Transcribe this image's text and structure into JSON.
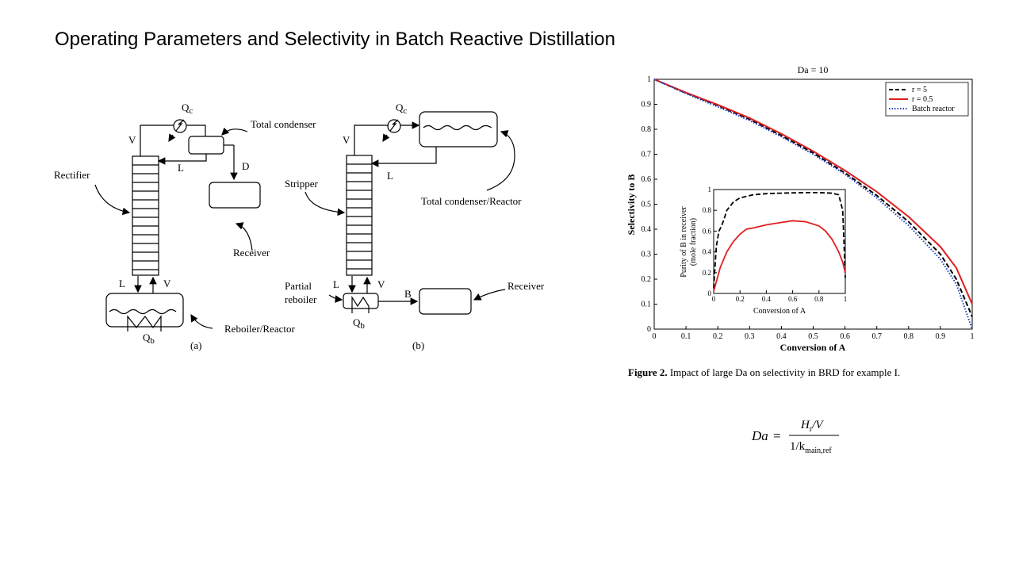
{
  "slide": {
    "title": "Operating Parameters and Selectivity in Batch Reactive Distillation"
  },
  "diagram_a": {
    "qc": "Q",
    "qc_sub": "c",
    "total_condenser": "Total condenser",
    "v_top": "V",
    "l_top": "L",
    "d": "D",
    "rectifier": "Rectifier",
    "receiver": "Receiver",
    "l_bottom": "L",
    "v_bottom": "V",
    "reboiler_reactor": "Reboiler/Reactor",
    "qb": "Q",
    "qb_sub": "b",
    "caption": "(a)"
  },
  "diagram_b": {
    "qc": "Q",
    "qc_sub": "c",
    "v_top": "V",
    "l_top": "L",
    "total_condenser_reactor": "Total condenser/Reactor",
    "stripper": "Stripper",
    "partial_reboiler_1": "Partial",
    "partial_reboiler_2": "reboiler",
    "l_bottom": "L",
    "v_bottom": "V",
    "b": "B",
    "receiver": "Receiver",
    "qb": "Q",
    "qb_sub": "b",
    "caption": "(b)"
  },
  "figure": {
    "caption_bold": "Figure 2.",
    "caption_rest": " Impact of large Da on selectivity in BRD for example I."
  },
  "formula": {
    "lhs": "Da",
    "num_main": "H",
    "num_sub": "r",
    "num_rest": "/V",
    "den_main": "1/k",
    "den_sub": "main,ref"
  },
  "chart_data": [
    {
      "type": "line",
      "title": "Da = 10",
      "xlabel": "Conversion of A",
      "ylabel": "Selectivity to B",
      "xlim": [
        0,
        1
      ],
      "ylim": [
        0,
        1
      ],
      "xticks": [
        "0",
        "0.1",
        "0.2",
        "0.3",
        "0.4",
        "0.5",
        "0.6",
        "0.7",
        "0.8",
        "0.9",
        "1"
      ],
      "yticks": [
        "0",
        "0.1",
        "0.2",
        "0.3",
        "0.4",
        "0.5",
        "0.6",
        "0.7",
        "0.8",
        "0.9",
        "1"
      ],
      "grid": false,
      "legend_position": "top-right",
      "series": [
        {
          "name": "r = 5",
          "color": "#000000",
          "style": "dashed",
          "x": [
            0,
            0.1,
            0.2,
            0.3,
            0.4,
            0.5,
            0.6,
            0.7,
            0.8,
            0.9,
            0.95,
            1.0
          ],
          "y": [
            1.0,
            0.945,
            0.895,
            0.84,
            0.775,
            0.705,
            0.625,
            0.535,
            0.43,
            0.3,
            0.2,
            0.05
          ]
        },
        {
          "name": "r = 0.5",
          "color": "#e02020",
          "style": "solid",
          "x": [
            0,
            0.1,
            0.2,
            0.3,
            0.4,
            0.5,
            0.6,
            0.7,
            0.8,
            0.9,
            0.95,
            1.0
          ],
          "y": [
            1.0,
            0.947,
            0.898,
            0.845,
            0.782,
            0.712,
            0.635,
            0.55,
            0.45,
            0.33,
            0.245,
            0.1
          ]
        },
        {
          "name": "Batch reactor",
          "color": "#2040c0",
          "style": "dotted",
          "x": [
            0,
            0.1,
            0.2,
            0.3,
            0.4,
            0.5,
            0.6,
            0.7,
            0.8,
            0.9,
            0.95,
            1.0
          ],
          "y": [
            1.0,
            0.943,
            0.89,
            0.835,
            0.77,
            0.7,
            0.62,
            0.525,
            0.415,
            0.28,
            0.18,
            0.0
          ]
        }
      ]
    },
    {
      "type": "line",
      "title": "",
      "xlabel": "Conversion of A",
      "ylabel": "Purity of B in receiver (mole fraction)",
      "ylabel_line1": "Purity of B in receiver",
      "ylabel_line2": "(mole fraction)",
      "xlim": [
        0,
        1
      ],
      "ylim": [
        0,
        1
      ],
      "xticks": [
        "0",
        "0.2",
        "0.4",
        "0.6",
        "0.8",
        "1"
      ],
      "yticks": [
        "0",
        "0.2",
        "0.4",
        "0.6",
        "0.8",
        "1"
      ],
      "series": [
        {
          "name": "r = 5",
          "color": "#000000",
          "style": "dashed",
          "x": [
            0,
            0.02,
            0.04,
            0.06,
            0.08,
            0.1,
            0.15,
            0.2,
            0.3,
            0.4,
            0.5,
            0.6,
            0.7,
            0.8,
            0.9,
            0.95,
            0.98,
            0.99,
            1.0
          ],
          "y": [
            0.05,
            0.45,
            0.6,
            0.65,
            0.72,
            0.8,
            0.88,
            0.92,
            0.95,
            0.96,
            0.965,
            0.968,
            0.97,
            0.97,
            0.965,
            0.95,
            0.8,
            0.5,
            0.15
          ]
        },
        {
          "name": "r = 0.5",
          "color": "#e02020",
          "style": "solid",
          "x": [
            0,
            0.05,
            0.1,
            0.15,
            0.2,
            0.25,
            0.3,
            0.4,
            0.5,
            0.6,
            0.7,
            0.8,
            0.85,
            0.9,
            0.95,
            0.98,
            1.0
          ],
          "y": [
            0.02,
            0.25,
            0.4,
            0.5,
            0.57,
            0.62,
            0.63,
            0.66,
            0.68,
            0.7,
            0.69,
            0.65,
            0.6,
            0.52,
            0.4,
            0.3,
            0.2
          ]
        }
      ]
    }
  ]
}
